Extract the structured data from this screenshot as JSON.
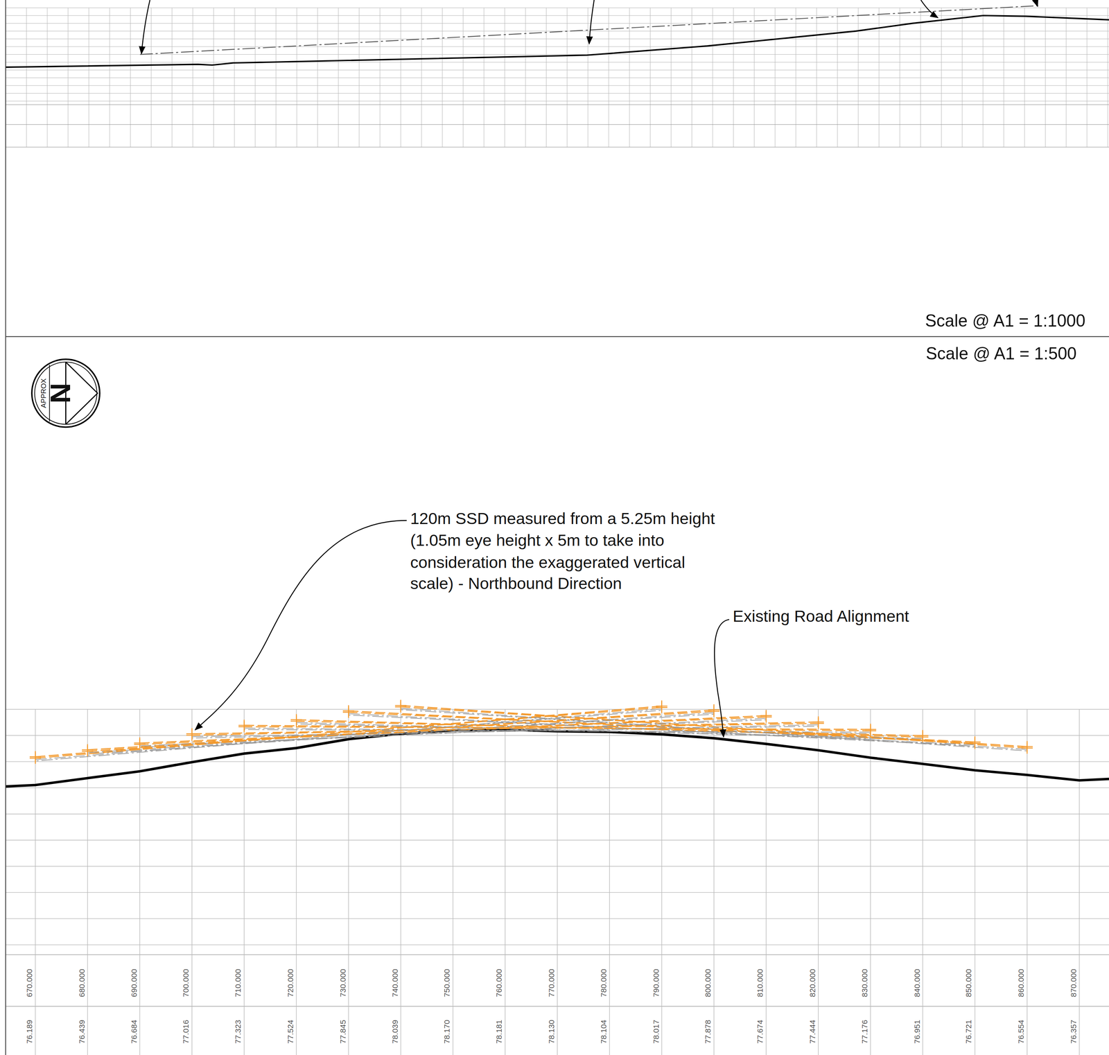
{
  "diagram": {
    "labels": [
      "Scale @ A1 = 1:1000",
      "Scale @ A1 = 1:500",
      "N",
      "APPROX",
      "120m SSD measured from a 5.25m height (1.05m eye height x 5m to take into consideration the exaggerated vertical scale) - Northbound Direction",
      "Existing Road Alignment",
      "670.000",
      "680.000",
      "690.000",
      "700.000",
      "710.000",
      "720.000",
      "730.000",
      "740.000",
      "750.000",
      "760.000",
      "770.000",
      "780.000",
      "790.000",
      "800.000",
      "810.000",
      "820.000",
      "830.000",
      "840.000",
      "850.000",
      "860.000",
      "870.000",
      "76.189",
      "76.439",
      "76.684",
      "77.016",
      "77.323",
      "77.524",
      "77.845",
      "78.039",
      "78.170",
      "78.181",
      "78.130",
      "78.104",
      "78.017",
      "77.878",
      "77.674",
      "77.444",
      "77.176",
      "76.951",
      "76.721",
      "76.554",
      "76.357"
    ]
  }
}
